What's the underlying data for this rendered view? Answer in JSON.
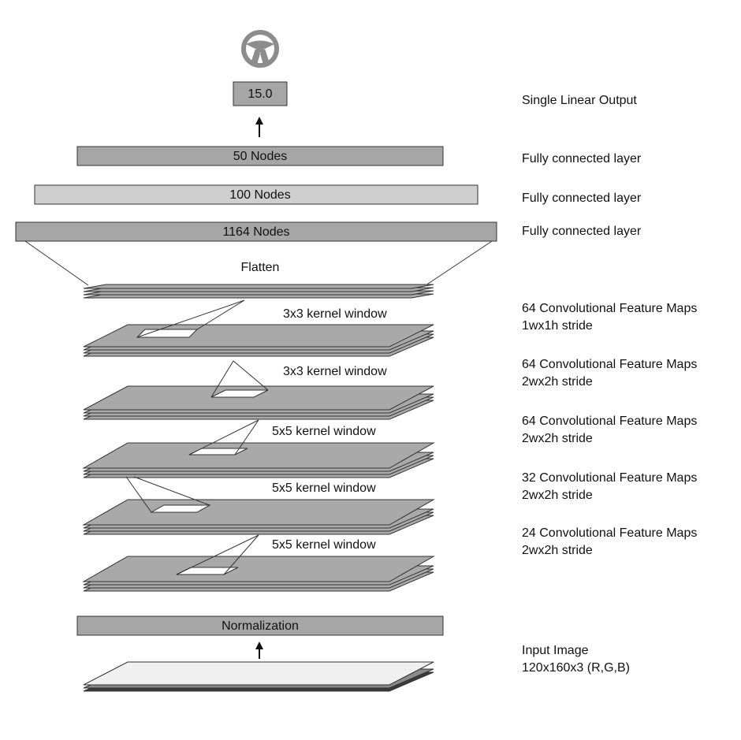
{
  "output_value": "15.0",
  "layers": {
    "fc50": "50 Nodes",
    "fc100": "100  Nodes",
    "fc1164": "1164 Nodes",
    "flatten": "Flatten",
    "normalization": "Normalization"
  },
  "kernel_windows": [
    "3x3 kernel window",
    "3x3 kernel window",
    "5x5 kernel window",
    "5x5 kernel window",
    "5x5 kernel window"
  ],
  "side_labels": {
    "output": "Single Linear Output",
    "fc1": "Fully connected layer",
    "fc2": "Fully connected layer",
    "fc3": "Fully connected layer",
    "conv64a": [
      "64 Convolutional Feature Maps",
      "1wx1h stride"
    ],
    "conv64b": [
      "64 Convolutional Feature Maps",
      "2wx2h stride"
    ],
    "conv64c": [
      "64 Convolutional Feature Maps",
      "2wx2h stride"
    ],
    "conv32": [
      "32 Convolutional Feature Maps",
      "2wx2h stride"
    ],
    "conv24": [
      "24 Convolutional Feature Maps",
      "2wx2h stride"
    ],
    "input": [
      "Input Image",
      "120x160x3 (R,G,B)"
    ]
  },
  "icons": {
    "output": "steering-wheel-icon"
  },
  "colors": {
    "box_dark": "#a6a6a6",
    "box_light": "#cfcfcf",
    "sheet": "#a9a9a9",
    "sheet_input_top": "#f0f0f0",
    "sheet_input_bottom": "#3a3a3a"
  }
}
